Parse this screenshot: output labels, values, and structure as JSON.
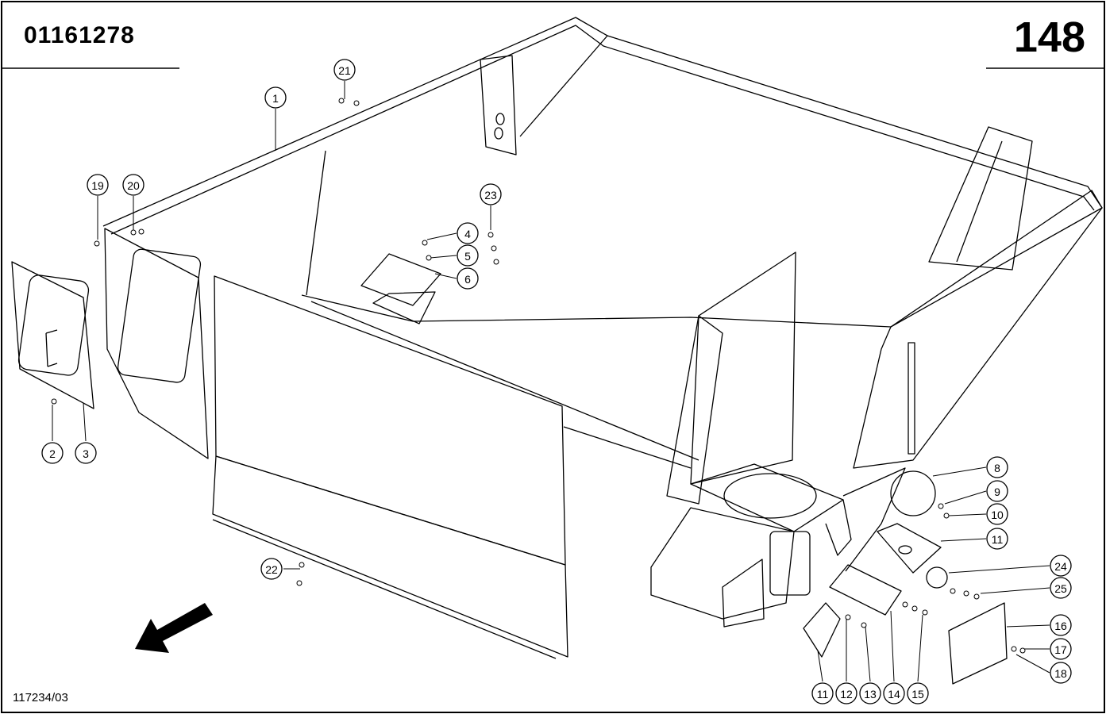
{
  "header": {
    "document_number": "01161278",
    "page_number": "148"
  },
  "footer": {
    "reference_code": "117234/03"
  },
  "callouts": [
    "1",
    "2",
    "3",
    "4",
    "5",
    "6",
    "8",
    "9",
    "10",
    "11",
    "11",
    "12",
    "13",
    "14",
    "15",
    "16",
    "17",
    "18",
    "19",
    "20",
    "21",
    "22",
    "23",
    "24",
    "25"
  ],
  "colors": {
    "ink": "#000000",
    "paper": "#ffffff"
  },
  "icons": {
    "direction": "arrow-down-left-icon"
  }
}
